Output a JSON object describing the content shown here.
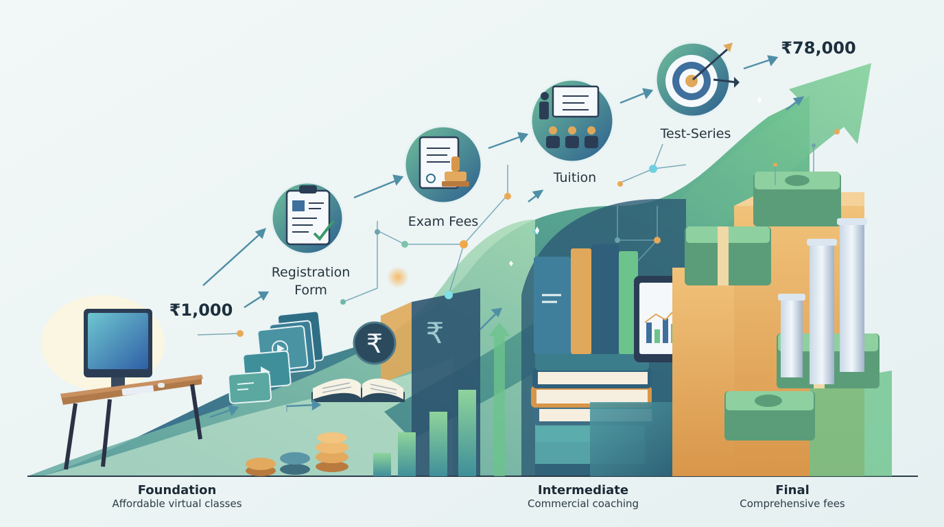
{
  "amounts": {
    "start": "₹1,000",
    "end": "₹78,000"
  },
  "steps": [
    {
      "label_line1": "Registration",
      "label_line2": "Form",
      "icon": "clipboard-icon"
    },
    {
      "label_line1": "Exam Fees",
      "label_line2": "",
      "icon": "document-stamp-icon"
    },
    {
      "label_line1": "Tuition",
      "label_line2": "",
      "icon": "classroom-icon"
    },
    {
      "label_line1": "Test-Series",
      "label_line2": "",
      "icon": "target-icon"
    }
  ],
  "stages": [
    {
      "title": "Foundation",
      "subtitle": "Affordable virtual classes"
    },
    {
      "title": "Intermediate",
      "subtitle": "Commercial coaching"
    },
    {
      "title": "Final",
      "subtitle": "Comprehensive fees"
    }
  ],
  "icons": {
    "rupee_symbol": "₹"
  },
  "colors": {
    "background": "#eef5f5",
    "teal_dark": "#2e6b7a",
    "green": "#6bbf8a",
    "gold": "#e0a85a",
    "money_green": "#7fbf8f",
    "blue": "#3f6f9c"
  }
}
